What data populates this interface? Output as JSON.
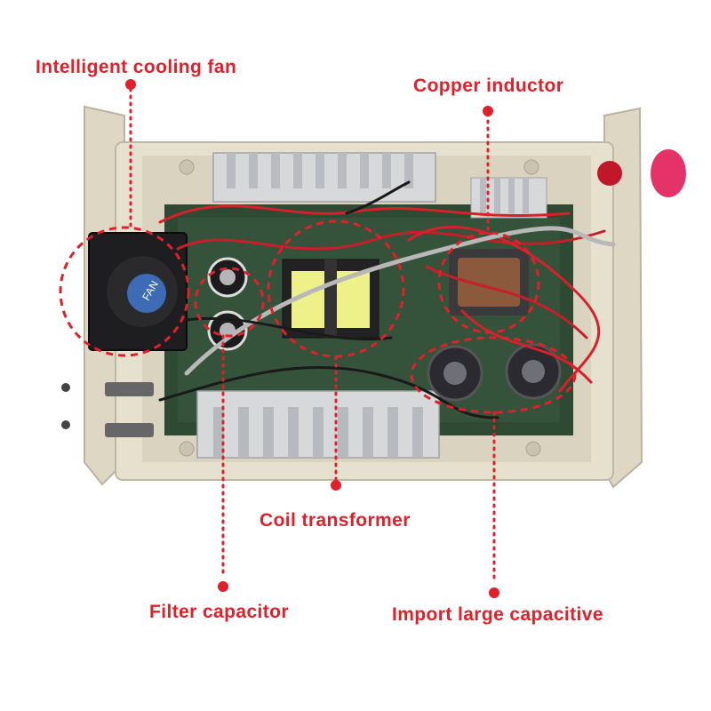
{
  "labels": {
    "cooling_fan": "Intelligent cooling fan",
    "copper_inductor": "Copper inductor",
    "coil_transformer": "Coil transformer",
    "filter_capacitor": "Filter capacitor",
    "import_capacitive": "Import large capacitive"
  },
  "fan_sticker_text": "FAN",
  "colors": {
    "annotation_red": "#e0202a",
    "enclosure_beige": "#e4dfcd",
    "pcb_green": "#2f4a33",
    "heatsink_silver": "#d6d8da",
    "transformer_yellow": "#eef08a"
  }
}
